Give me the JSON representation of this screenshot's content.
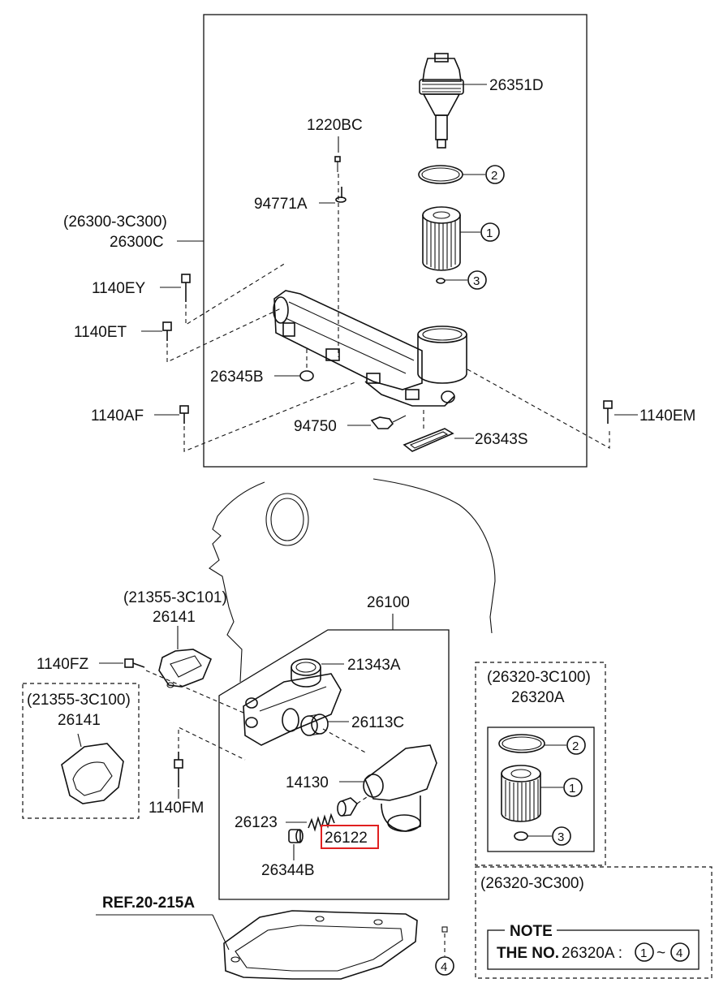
{
  "parts": {
    "p26351D": "26351D",
    "p1220BC": "1220BC",
    "p94771A": "94771A",
    "p26300_alt": "(26300-3C300)",
    "p26300C": "26300C",
    "p1140EY": "1140EY",
    "p1140ET": "1140ET",
    "p26345B": "26345B",
    "p1140AF": "1140AF",
    "p94750": "94750",
    "p26343S": "26343S",
    "p1140EM": "1140EM",
    "p21355_alt1": "(21355-3C101)",
    "p26141_a": "26141",
    "p26100": "26100",
    "p1140FZ": "1140FZ",
    "p21343A": "21343A",
    "p21355_alt2": "(21355-3C100)",
    "p26141_b": "26141",
    "p26113C": "26113C",
    "p14130": "14130",
    "p1140FM": "1140FM",
    "p26123": "26123",
    "p26122": "26122",
    "p26344B": "26344B",
    "p26320_alt1": "(26320-3C100)",
    "p26320A": "26320A",
    "p26320_alt2": "(26320-3C300)",
    "ref": "REF.20-215A"
  },
  "callouts": {
    "c1": "1",
    "c2": "2",
    "c3": "3",
    "c4": "4"
  },
  "note": {
    "title": "NOTE",
    "prefix": "THE NO.",
    "part": "26320A :",
    "from": "1",
    "tilde": "~",
    "to": "4"
  },
  "colors": {
    "line": "#111111",
    "highlight": "#e02020"
  }
}
